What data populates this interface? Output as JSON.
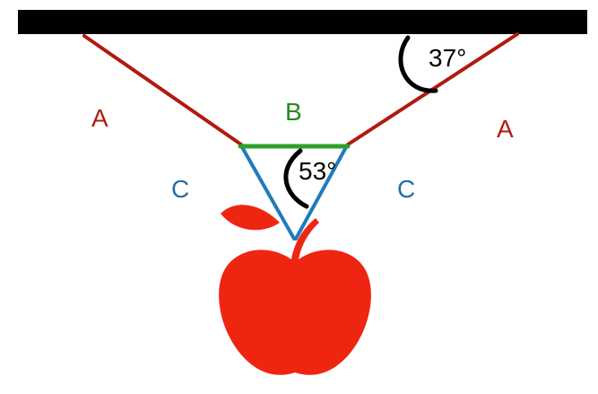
{
  "diagram": {
    "angle_top": "37°",
    "angle_inner": "53°",
    "labels": {
      "rope_left": "A",
      "rope_right": "A",
      "bar_middle": "B",
      "rope_lower_left": "C",
      "rope_lower_right": "C"
    },
    "colors": {
      "ceiling": "#000000",
      "rope_a": "#b11a0e",
      "rope_b": "#2ca02c",
      "rope_c": "#1f7bbf",
      "apple": "#ee2511",
      "label_a": "#b11a0e",
      "label_b": "#2a8a1f",
      "label_c": "#1f6fa8",
      "angle_text": "#000000"
    }
  }
}
